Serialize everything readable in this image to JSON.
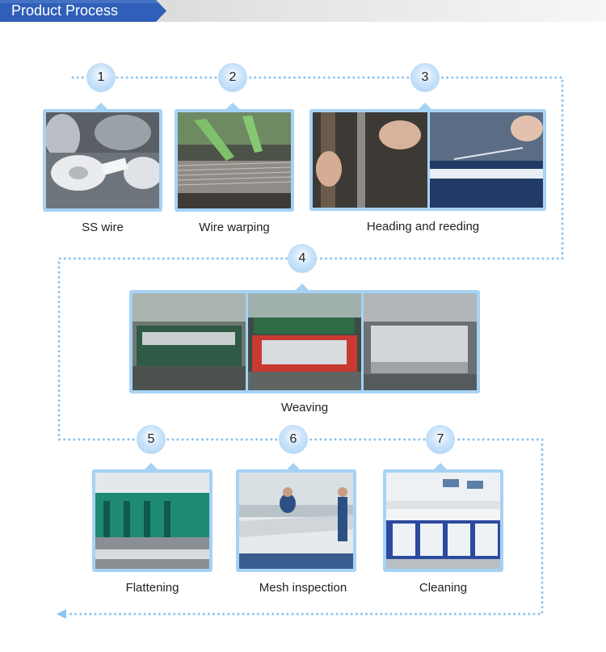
{
  "header": {
    "title": "Product Process"
  },
  "colors": {
    "accent": "#2f5fb8",
    "flow_line": "#8ec5ef",
    "frame": "#a6d2f4"
  },
  "steps": [
    {
      "number": "1",
      "caption": "SS wire",
      "image_subject": "spools of stainless steel wire"
    },
    {
      "number": "2",
      "caption": "Wire warping",
      "image_subject": "wire warping machine"
    },
    {
      "number": "3",
      "caption": "Heading and reeding",
      "image_subject": "hands threading wire through reed"
    },
    {
      "number": "4",
      "caption": "Weaving",
      "image_subject": "weaving looms in factory"
    },
    {
      "number": "5",
      "caption": "Flattening",
      "image_subject": "green flattening press"
    },
    {
      "number": "6",
      "caption": "Mesh inspection",
      "image_subject": "workers inspecting mesh"
    },
    {
      "number": "7",
      "caption": "Cleaning",
      "image_subject": "cleaning line"
    }
  ]
}
